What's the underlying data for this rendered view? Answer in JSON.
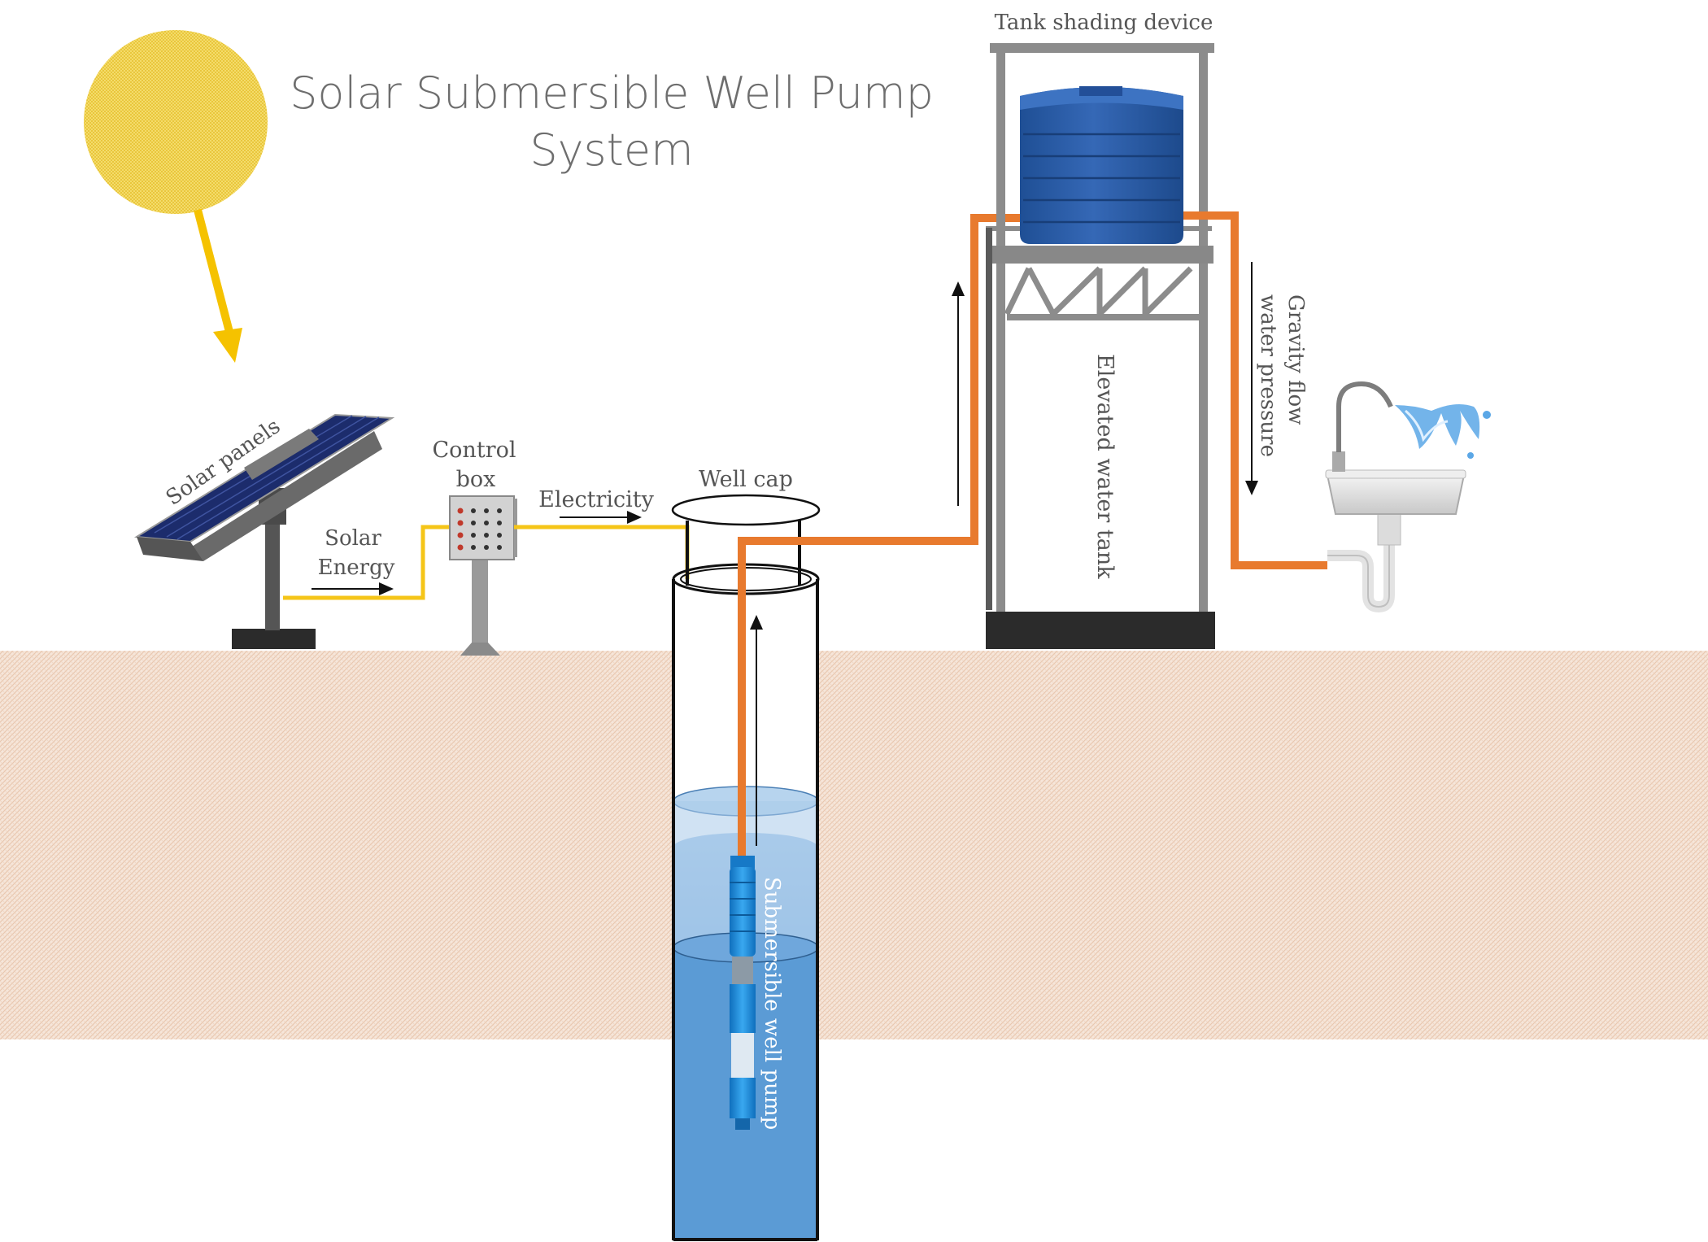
{
  "title": {
    "line1": "Solar Submersible Well Pump",
    "line2": "System"
  },
  "labels": {
    "solar_panels": "Solar panels",
    "solar_energy_line1": "Solar",
    "solar_energy_line2": "Energy",
    "control_box_line1": "Control",
    "control_box_line2": "box",
    "electricity": "Electricity",
    "well_cap": "Well cap",
    "tank_shading_device": "Tank shading device",
    "elevated_water_tank": "Elevated water tank",
    "gravity_flow_line1": "Gravity flow",
    "gravity_flow_line2": "water pressure",
    "submersible_pump": "Submersible well pump"
  },
  "icons": [
    "sun-icon",
    "solar-panel-icon",
    "control-box-icon",
    "well-icon",
    "submersible-pump-icon",
    "water-tank-icon",
    "sink-icon",
    "faucet-icon"
  ],
  "colors": {
    "sun": "#F2D34A",
    "sun_arrow": "#F5C200",
    "electric_wire": "#F5C518",
    "water_pipe": "#E87A2E",
    "ground": "#F3DCCB",
    "water": "#5B9BD5",
    "water_light": "#A9CBEA",
    "tank": "#2C5BA3",
    "pump": "#1E88D8",
    "stand": "#8C8C8C",
    "base": "#2B2B2B"
  }
}
